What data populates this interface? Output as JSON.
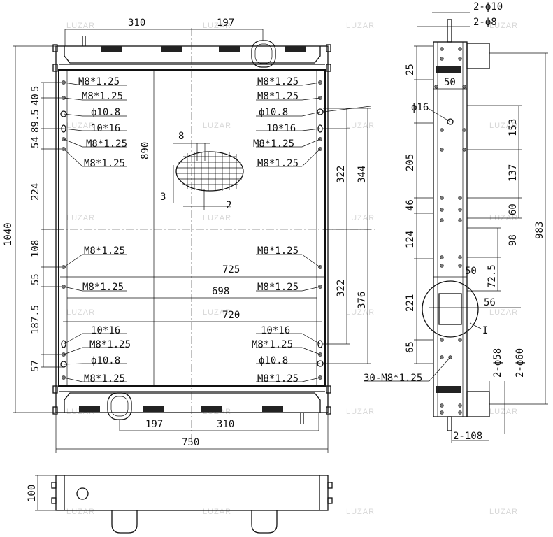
{
  "watermark": "LUZAR",
  "front_view": {
    "top_dims": [
      "310",
      "197"
    ],
    "bottom_dims": [
      "197",
      "310"
    ],
    "overall_width": "750",
    "overall_height": "1040",
    "core_height": "890",
    "widths": [
      "725",
      "698",
      "720"
    ],
    "left_stack": [
      "5",
      "40",
      "89.5",
      "54",
      "224",
      "108",
      "55",
      "187.5",
      "57"
    ],
    "right_dims": [
      "322",
      "344",
      "322",
      "376"
    ],
    "left_callouts": [
      "M8*1.25",
      "M8*1.25",
      "ϕ10.8",
      "10*16",
      "M8*1.25",
      "M8*1.25",
      "M8*1.25",
      "M8*1.25",
      "10*16",
      "M8*1.25",
      "ϕ10.8",
      "M8*1.25"
    ],
    "right_callouts": [
      "M8*1.25",
      "M8*1.25",
      "ϕ10.8",
      "10*16",
      "M8*1.25",
      "M8*1.25",
      "M8*1.25",
      "M8*1.25",
      "10*16",
      "M8*1.25",
      "ϕ10.8",
      "M8*1.25"
    ],
    "mesh_dims": [
      "8",
      "3",
      "2"
    ]
  },
  "side_view": {
    "top_labels": [
      "2-ϕ10",
      "2-ϕ8"
    ],
    "left_dims": [
      "25",
      "205",
      "46",
      "124",
      "221",
      "65"
    ],
    "hole_label": "ϕ16",
    "width_top": "50",
    "width_mid": "50",
    "right_dims": [
      "153",
      "137",
      "60",
      "98",
      "72.5"
    ],
    "overall": "983",
    "detail_dim": "56",
    "detail_label": "I",
    "pipe_dims": [
      "2-ϕ58",
      "2-ϕ60"
    ],
    "thread_label": "30-M8*1.25",
    "bottom_label": "2-108"
  },
  "bottom_view": {
    "depth": "100"
  }
}
